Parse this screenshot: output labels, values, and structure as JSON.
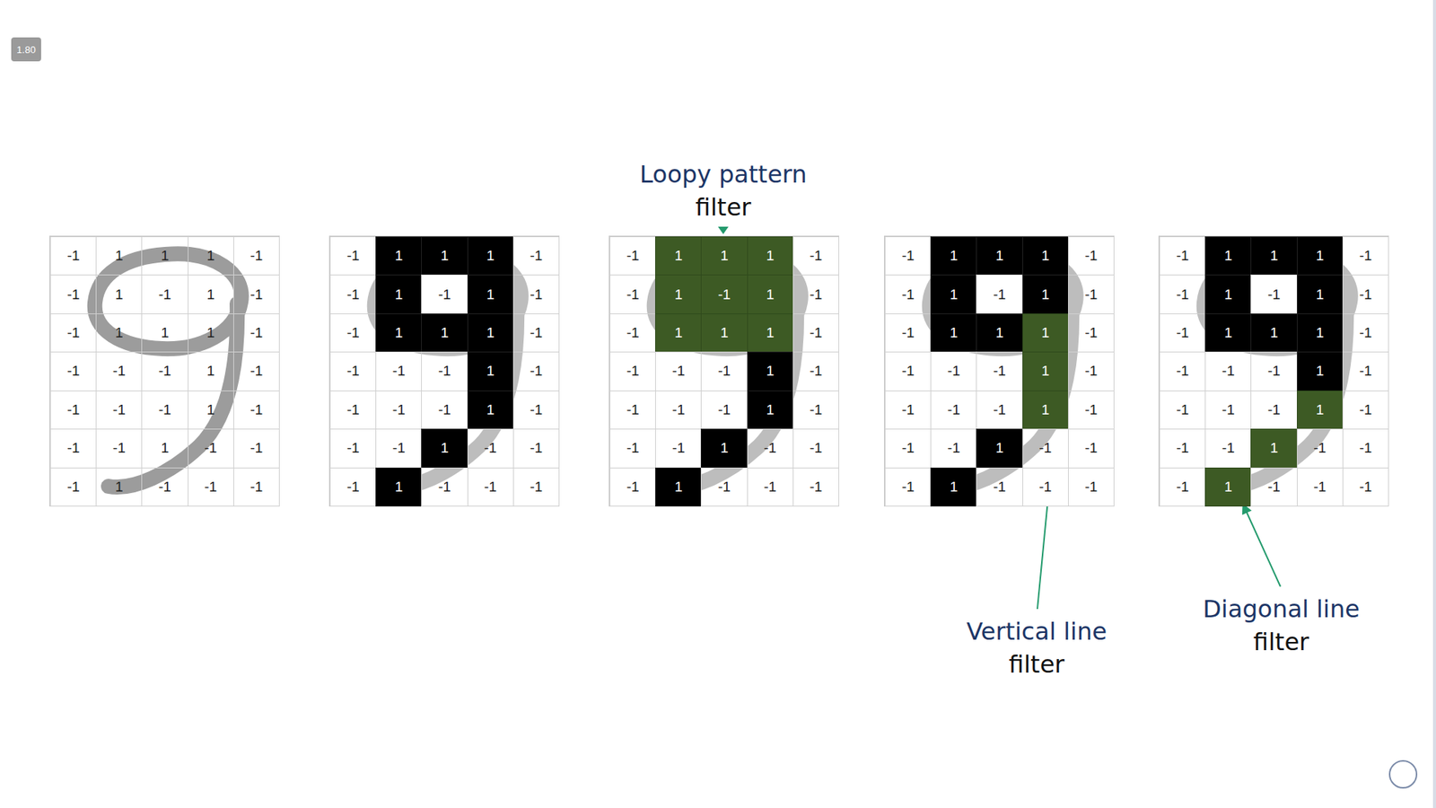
{
  "diagram": {
    "labels": [
      "1.80",
      "Loopy pattern",
      "filter",
      "-1",
      "1",
      "1",
      "1",
      "-1",
      "-1",
      "1",
      "-1",
      "1",
      "-1",
      "-1",
      "1",
      "1",
      "1",
      "-1",
      "-1",
      "-1",
      "-1",
      "1",
      "-1",
      "-1",
      "-1",
      "-1",
      "1",
      "-1",
      "-1",
      "-1",
      "1",
      "-1",
      "-1",
      "-1",
      "1",
      "-1",
      "-1",
      "-1",
      "-1",
      "1",
      "1",
      "1",
      "-1",
      "-1",
      "1",
      "-1",
      "1",
      "-1",
      "-1",
      "1",
      "1",
      "1",
      "-1",
      "-1",
      "-1",
      "-1",
      "1",
      "-1",
      "-1",
      "-1",
      "-1",
      "1",
      "-1",
      "-1",
      "-1",
      "1",
      "-1",
      "-1",
      "-1",
      "1",
      "-1",
      "-1",
      "-1",
      "-1",
      "1",
      "1",
      "1",
      "-1",
      "-1",
      "1",
      "-1",
      "1",
      "-1",
      "-1",
      "1",
      "1",
      "1",
      "-1",
      "-1",
      "-1",
      "-1",
      "1",
      "-1",
      "-1",
      "-1",
      "-1",
      "1",
      "-1",
      "-1",
      "-1",
      "1",
      "-1",
      "-1",
      "-1",
      "1",
      "-1",
      "-1",
      "-1",
      "-1",
      "1",
      "1",
      "1",
      "-1",
      "-1",
      "1",
      "-1",
      "1",
      "-1",
      "-1",
      "1",
      "1",
      "1",
      "-1",
      "-1",
      "-1",
      "-1",
      "1",
      "-1",
      "-1",
      "-1",
      "-1",
      "1",
      "-1",
      "-1",
      "-1",
      "1",
      "-1",
      "-1",
      "-1",
      "1",
      "-1",
      "-1",
      "-1",
      "-1",
      "1",
      "1",
      "1",
      "-1",
      "-1",
      "1",
      "-1",
      "1",
      "-1",
      "-1",
      "1",
      "1",
      "1",
      "-1",
      "-1",
      "-1",
      "-1",
      "1",
      "-1",
      "-1",
      "-1",
      "-1",
      "1",
      "-1",
      "-1",
      "-1",
      "1",
      "-1",
      "-1",
      "-1",
      "1",
      "-1",
      "-1",
      "-1",
      "Vertical line",
      "filter",
      "Diagonal line",
      "filter"
    ]
  }
}
